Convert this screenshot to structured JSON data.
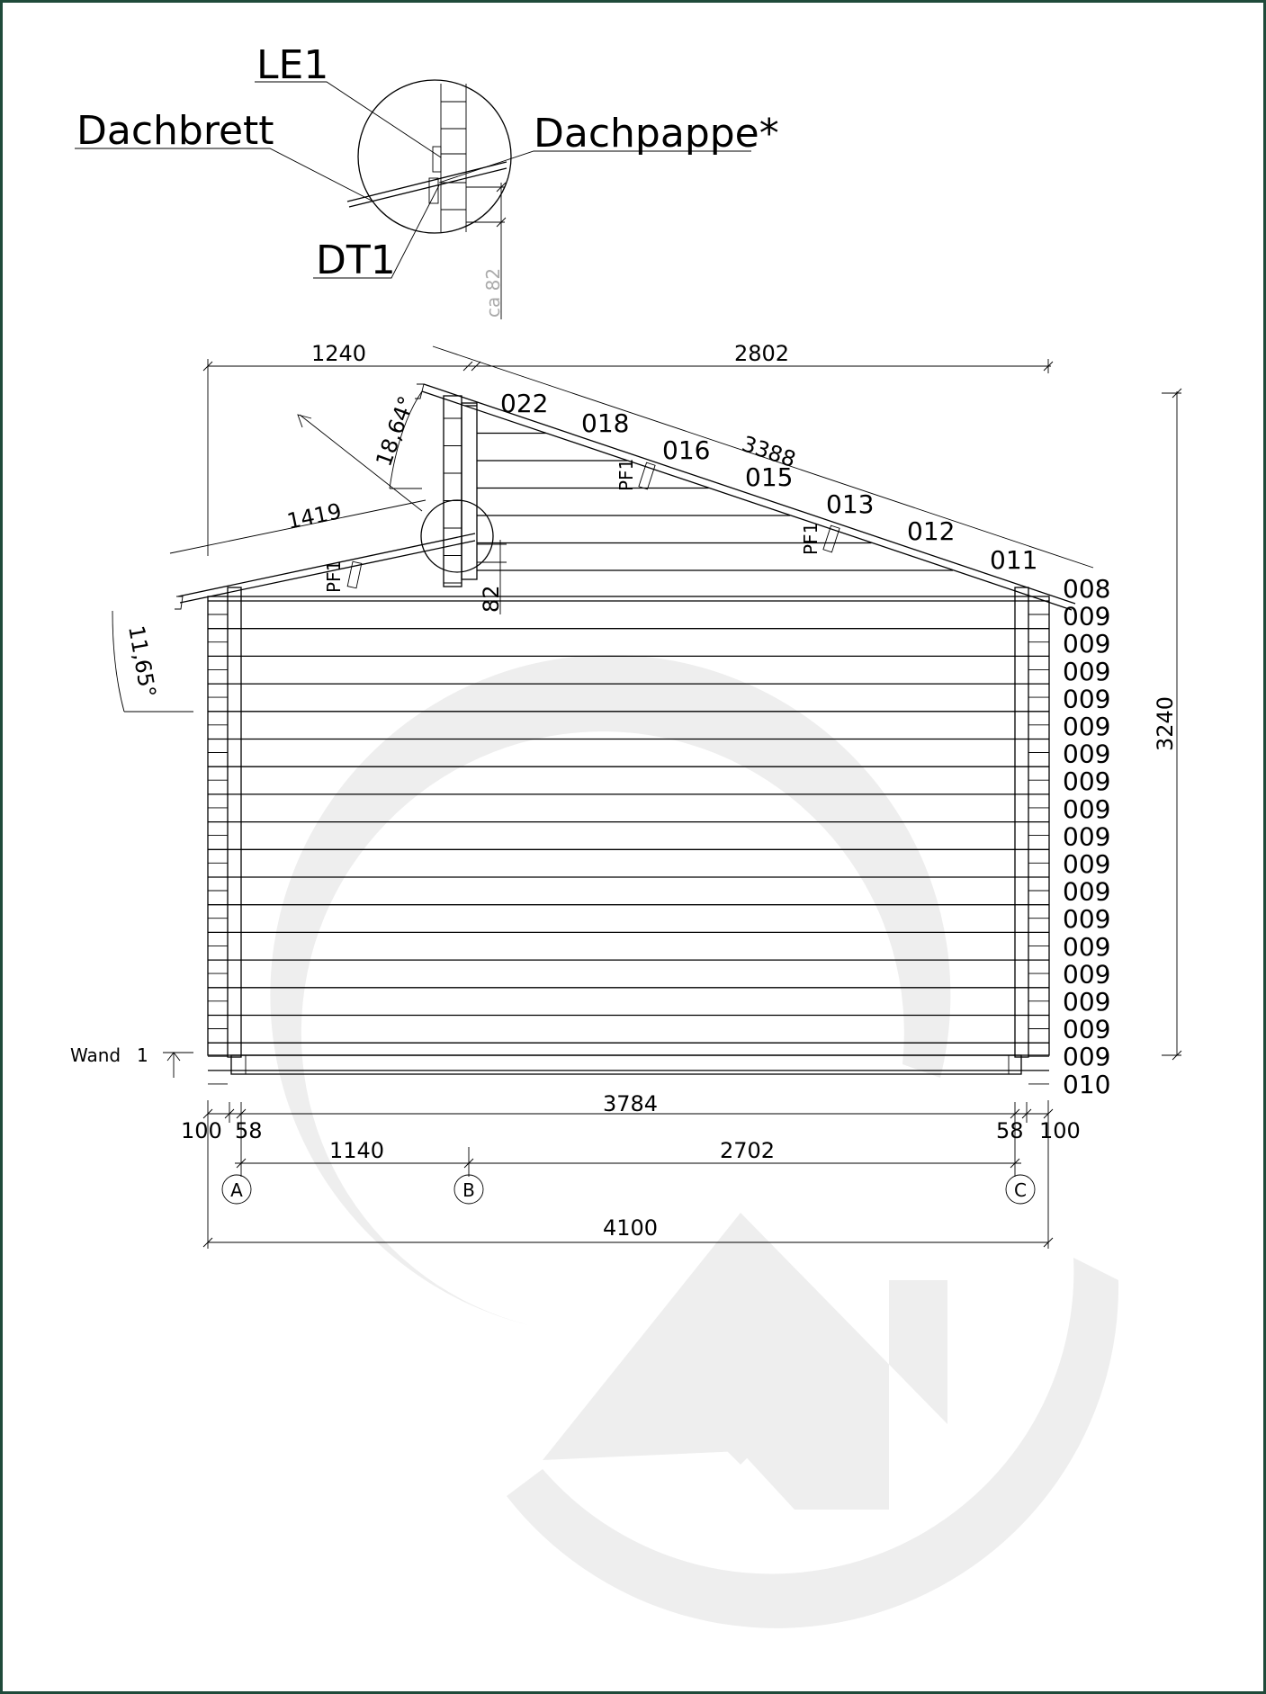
{
  "detail": {
    "le1": "LE1",
    "dachbrett": "Dachbrett",
    "dachpappe": "Dachpappe*",
    "dt1": "DT1",
    "ca82": "ca 82"
  },
  "dims": {
    "top_left": "1240",
    "top_right": "2802",
    "slope_right": "3388",
    "slope_left": "1419",
    "angle_right": "18,64°",
    "angle_left": "11,65°",
    "height_right": "3240",
    "detail_82": "82",
    "total_inner": "3784",
    "edge_100_left": "100",
    "edge_58_left": "58",
    "edge_58_right": "58",
    "edge_100_right": "100",
    "ab": "1140",
    "bc": "2702",
    "total": "4100"
  },
  "axes": {
    "a": "A",
    "b": "B",
    "c": "C"
  },
  "wand_label": "Wand",
  "wand_num": "1",
  "pf1": "PF1",
  "board_labels": {
    "upper": [
      "022",
      "018",
      "016",
      "015",
      "013",
      "012",
      "011"
    ],
    "right": [
      "008",
      "009",
      "009",
      "009",
      "009",
      "009",
      "009",
      "009",
      "009",
      "009",
      "009",
      "009",
      "009",
      "009",
      "009",
      "009",
      "009",
      "009",
      "010"
    ]
  },
  "colors": {
    "frame": "#1f4a3a",
    "watermark": "#eeeeee",
    "line": "#000000"
  }
}
